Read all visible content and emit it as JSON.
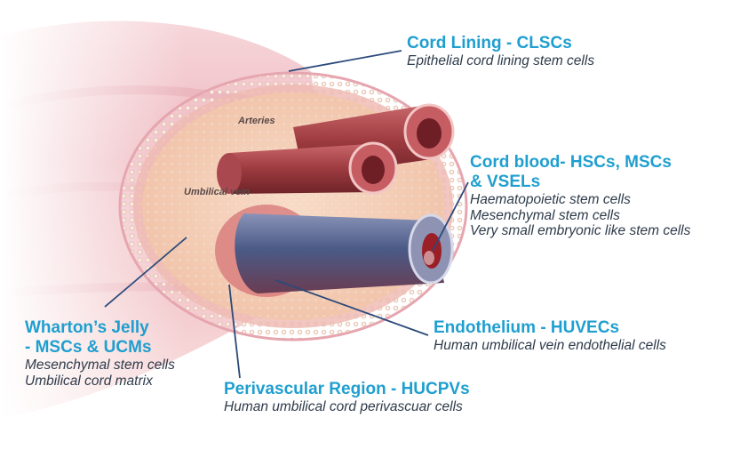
{
  "callouts": {
    "cord_lining": {
      "title": "Cord Lining - CLSCs",
      "lines": [
        "Epithelial cord lining stem cells"
      ]
    },
    "cord_blood": {
      "title_line1": "Cord blood- HSCs, MSCs",
      "title_line2": "& VSELs",
      "lines": [
        "Haematopoietic stem cells",
        "Mesenchymal stem cells",
        "Very small embryonic like stem cells"
      ]
    },
    "endothelium": {
      "title": "Endothelium - HUVECs",
      "lines": [
        "Human umbilical vein endothelial cells"
      ]
    },
    "whartons_jelly": {
      "title_line1": "Wharton’s Jelly",
      "title_line2": "- MSCs & UCMs",
      "lines": [
        "Mesenchymal stem cells",
        "Umbilical cord matrix"
      ]
    },
    "perivascular": {
      "title": "Perivascular Region - HUCPVs",
      "lines": [
        "Human umbilical cord perivascuar cells"
      ]
    }
  },
  "anatomy_labels": {
    "arteries": "Arteries",
    "umbilical_vein": "Umbilical vein"
  },
  "colors": {
    "accent": "#1f9fcf",
    "text": "#2e3b4a",
    "leader": "#2b4a7a",
    "vessel_red": "#9c3a3f",
    "vein_blue": "#4a5a86"
  }
}
